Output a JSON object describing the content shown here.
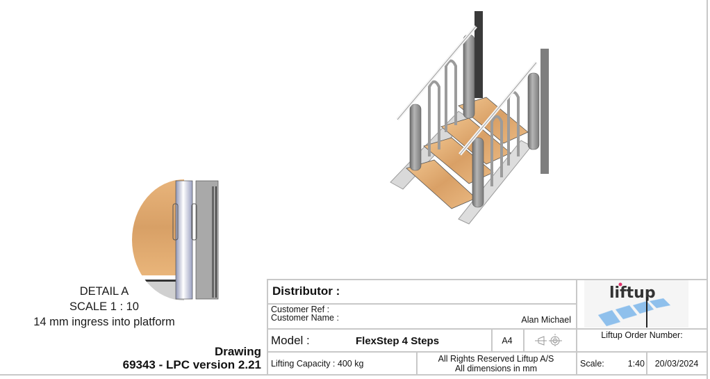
{
  "drawing": {
    "main_view": "isometric-stair-assembly",
    "detail": {
      "title": "DETAIL A",
      "scale": "SCALE 1 : 10",
      "note": "14 mm ingress into platform"
    },
    "reference_title": "Drawing",
    "reference_number": "69343 - LPC version 2.21"
  },
  "title_block": {
    "distributor_label": "Distributor :",
    "customer_ref_label": "Customer Ref :",
    "customer_name_label": "Customer Name :",
    "customer_name_value": "Alan Michael",
    "model_label": "Model :",
    "model_value": "FlexStep 4 Steps",
    "paper_size": "A4",
    "projection_icon": "third-angle-projection-icon",
    "lifting_capacity": "Lifting Capacity : 400 kg",
    "rights_line1": "All Rights Reserved Liftup A/S",
    "rights_line2": "All dimensions in mm",
    "logo_text": "liftup",
    "order_number_label": "Liftup Order Number:",
    "scale_label": "Scale:",
    "scale_value": "1:40",
    "date": "20/03/2024"
  },
  "colors": {
    "wood": "#d9a66b",
    "steel": "#9a9a9a",
    "border": "#c8c8c8",
    "logo_accent": "#e0306a",
    "logo_panels": "#8fc0ec"
  }
}
